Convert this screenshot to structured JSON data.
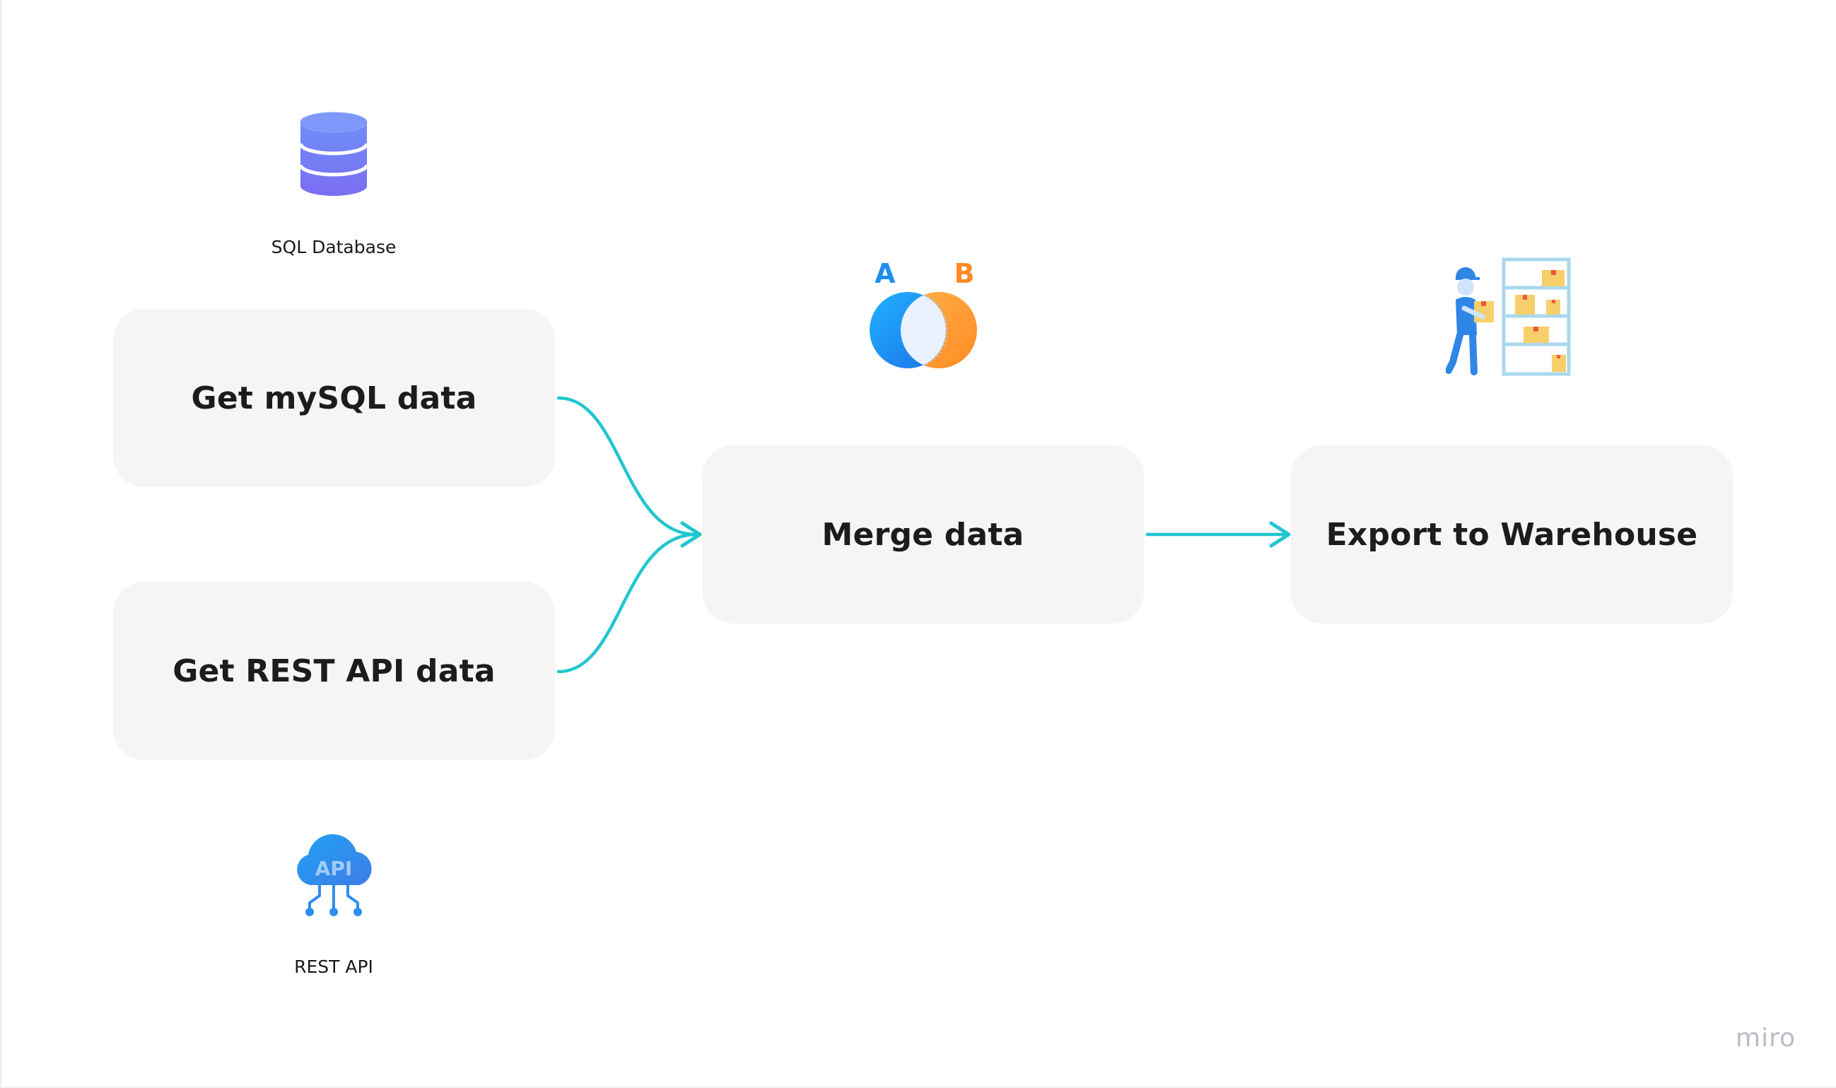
{
  "nodes": {
    "mysql": "Get mySQL data",
    "rest": "Get REST API data",
    "merge": "Merge data",
    "export": "Export to Warehouse"
  },
  "captions": {
    "sql": "SQL Database",
    "rest": "REST API"
  },
  "icons": {
    "database": "database-icon",
    "api": "cloud-api-icon",
    "venn": "venn-merge-icon",
    "warehouse": "warehouse-worker-icon",
    "api_text": "API",
    "venn_a": "A",
    "venn_b": "B"
  },
  "colors": {
    "connector": "#1fc6cf",
    "node_fill": "#f5f5f5",
    "db_purple": "#6e7bf5",
    "api_blue": "#2b9cf0",
    "venn_blue": "#1e88f0",
    "venn_orange": "#ff9630",
    "worker_blue": "#2f86e6",
    "box_yellow": "#f7cf6a"
  },
  "brand": "miro"
}
